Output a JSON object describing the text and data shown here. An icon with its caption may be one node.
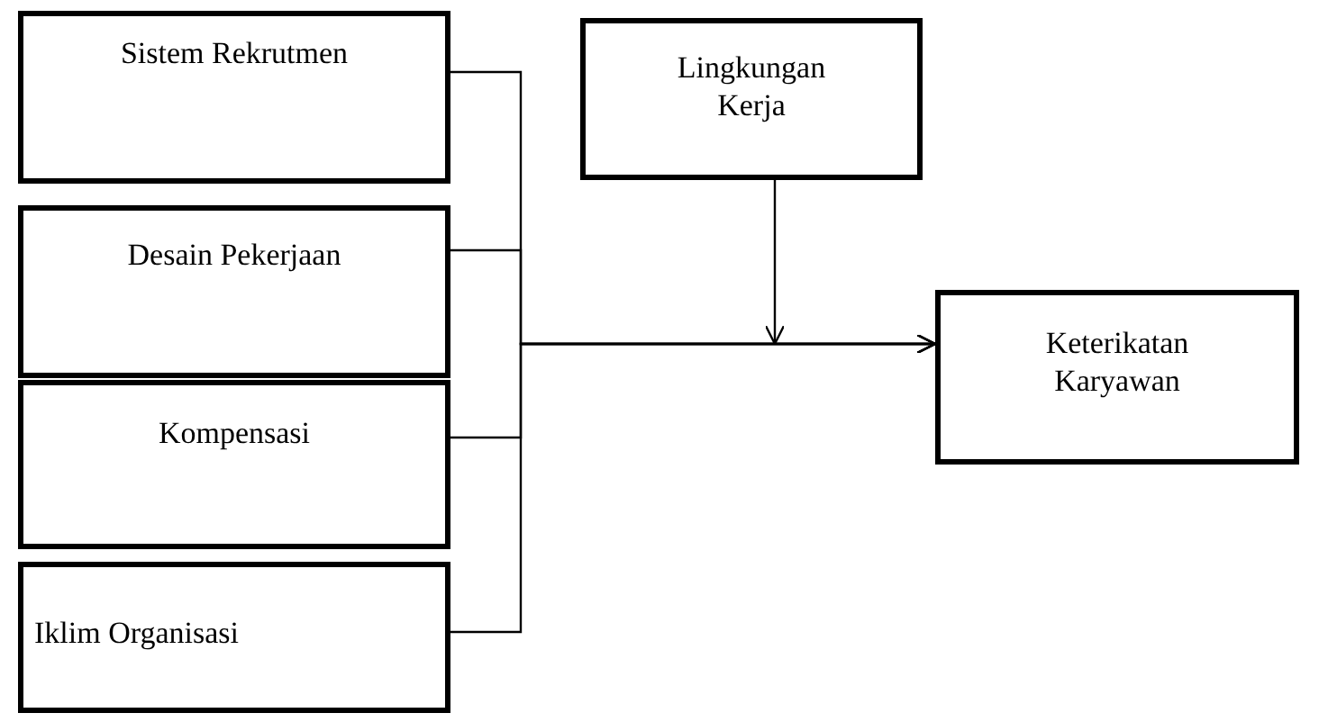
{
  "diagram": {
    "nodes": [
      {
        "text": [
          "Sistem Rekrutmen"
        ]
      },
      {
        "text": [
          "Desain Pekerjaan"
        ]
      },
      {
        "text": [
          "Kompensasi"
        ]
      },
      {
        "text": [
          "Iklim Organisasi"
        ]
      },
      {
        "text": [
          "Lingkungan Kerja"
        ]
      },
      {
        "text": [
          "Keterikatan Karyawan"
        ]
      }
    ],
    "edges": [
      {
        "from": 0,
        "to": 5,
        "arrow": "to"
      },
      {
        "from": 1,
        "to": 5,
        "arrow": "to"
      },
      {
        "from": 2,
        "to": 5,
        "arrow": "to"
      },
      {
        "from": 3,
        "to": 5,
        "arrow": "to"
      },
      {
        "from": 4,
        "to": null,
        "arrow": "to"
      }
    ]
  }
}
